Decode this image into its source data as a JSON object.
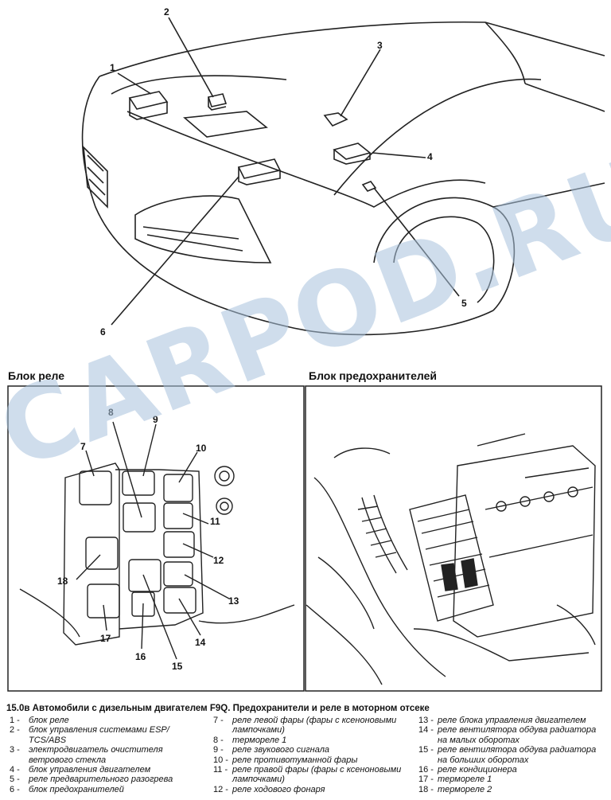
{
  "top_callouts": [
    "1",
    "2",
    "3",
    "4",
    "5",
    "6"
  ],
  "relay_callouts": [
    "7",
    "8",
    "9",
    "10",
    "11",
    "12",
    "13",
    "14",
    "15",
    "16",
    "17",
    "18"
  ],
  "sections": {
    "relay_block": "Блок реле",
    "fuse_block": "Блок предохранителей"
  },
  "watermark": "CARPOD.RU",
  "caption": "15.0в Автомобили с дизельным двигателем F9Q. Предохранители и реле в моторном отсеке",
  "legend": [
    {
      "num": "1 -",
      "text": "блок реле"
    },
    {
      "num": "2 -",
      "text": "блок управления системами ESP/ TCS/ABS"
    },
    {
      "num": "3 -",
      "text": "электродвигатель очистителя ветрового стекла"
    },
    {
      "num": "4 -",
      "text": "блок управления двигателем"
    },
    {
      "num": "5 -",
      "text": "реле предварительного разогрева"
    },
    {
      "num": "6 -",
      "text": "блок предохранителей"
    },
    {
      "num": "7 -",
      "text": "реле левой фары (фары с ксеноновыми лампочками)"
    },
    {
      "num": "8 -",
      "text": "термореле 1"
    },
    {
      "num": "9 -",
      "text": "реле звукового сигнала"
    },
    {
      "num": "10 -",
      "text": "реле противотуманной фары"
    },
    {
      "num": "11 -",
      "text": "реле правой фары (фары с ксеноновыми лампочками)"
    },
    {
      "num": "12 -",
      "text": "реле ходового фонаря"
    },
    {
      "num": "13 -",
      "text": "реле блока управления двигателем"
    },
    {
      "num": "14 -",
      "text": "реле вентилятора обдува радиатора на малых оборотах"
    },
    {
      "num": "15 -",
      "text": "реле вентилятора обдува радиатора на больших оборотах"
    },
    {
      "num": "16 -",
      "text": "реле кондиционера"
    },
    {
      "num": "17 -",
      "text": "термореле 1"
    },
    {
      "num": "18 -",
      "text": "термореле 2"
    }
  ]
}
